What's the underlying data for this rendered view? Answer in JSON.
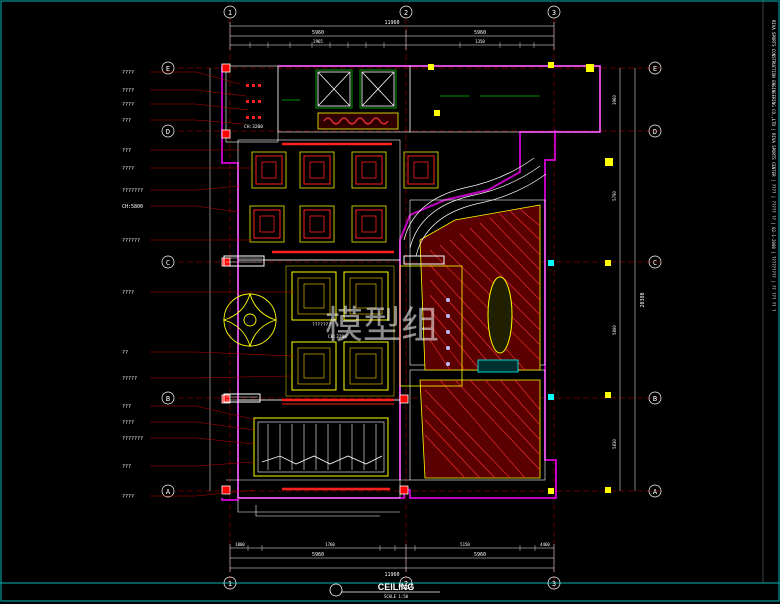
{
  "drawing": {
    "title": "CEILING",
    "scale": "SCALE  1:50",
    "watermark": "模型组"
  },
  "grid_axes": {
    "columns": [
      "1",
      "2",
      "3"
    ],
    "rows": [
      "E",
      "D",
      "C",
      "B",
      "A"
    ]
  },
  "dimensions": {
    "top_overall": "11960",
    "top_segments": [
      "5960",
      "5960"
    ],
    "top_partial": [
      "2965",
      "1350"
    ],
    "bottom_overall": "11960",
    "bottom_segments": [
      "5960",
      "5960"
    ],
    "bottom_details": [
      "1000",
      "1760",
      "5150",
      "4460"
    ],
    "right_total": "20380",
    "right_segments": [
      "3960",
      "5790",
      "5800",
      "5830"
    ]
  },
  "annotations_left": [
    "????",
    "????",
    "????",
    "???",
    "???",
    "????",
    "???????",
    "CH:5800",
    "??????",
    "????",
    "??",
    "?????",
    "???",
    "????",
    "???????",
    "???",
    "????"
  ],
  "room_labels": [
    "CH:3200",
    "CH:3200",
    "???????"
  ],
  "sidebar_text": "RIVA SPORTS CONSTRUCTION ENGINEERING CO.,LTD  |  RIVA SPORTS CENTER  |  ????  |  ????? ??  |  02-1-2008  |  ?????????  |  ?? ??? ?? ?"
}
